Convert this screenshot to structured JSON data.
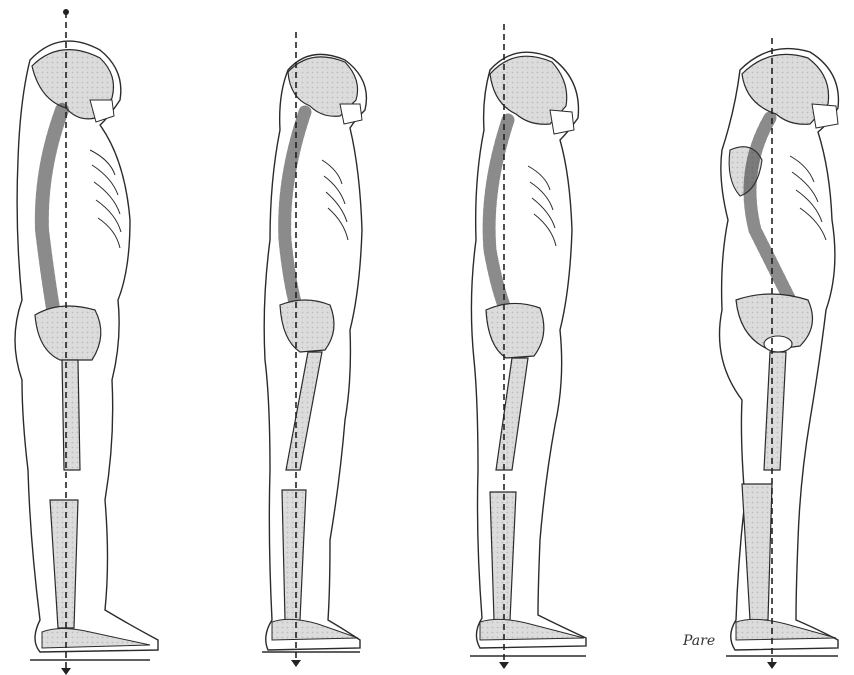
{
  "figure": {
    "panels": [
      {
        "id": "posture-1"
      },
      {
        "id": "posture-2"
      },
      {
        "id": "posture-3"
      },
      {
        "id": "posture-4"
      }
    ],
    "signature": "Pare",
    "colors": {
      "ink": "#2b2b2b",
      "bone_fill": "#d9d9d9",
      "skin_fill": "#ffffff",
      "plumb_line": "#222222",
      "background": "#ffffff"
    },
    "icons": [
      "skeleton-profile",
      "plumb-line-arrow"
    ]
  }
}
